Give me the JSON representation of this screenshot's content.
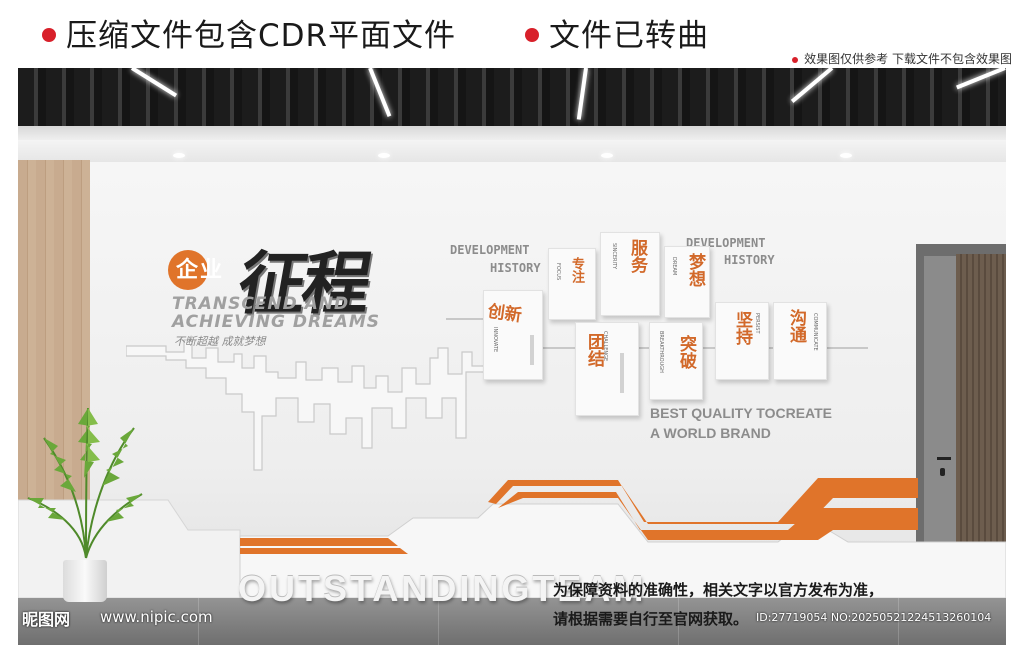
{
  "banner": {
    "title_left": "压缩文件包含CDR平面文件",
    "title_right": "文件已转曲",
    "notice": "效果图仅供参考   下载文件不包含效果图",
    "accent_color": "#d8202a"
  },
  "wall": {
    "badge": "企业",
    "main_title": "征程",
    "english_line1": "TRANSCEND AND",
    "english_line2": "ACHIEVING DREAMS",
    "cn_slogan": "不断超越   成就梦想",
    "dev_history_left_line1": "DEVELOPMENT",
    "dev_history_left_line2": "HISTORY",
    "dev_history_right_line1": "DEVELOPMENT",
    "dev_history_right_line2": "HISTORY",
    "best_quality_line1": "BEST QUALITY TOCREATE",
    "best_quality_line2": "A WORLD BRAND",
    "outstanding": "OUTSTANDINGTEAM",
    "accent_orange": "#e0742a",
    "cards": [
      {
        "cn": "创新",
        "en": "INNOVATE"
      },
      {
        "cn": "专注",
        "en": "FOCUS"
      },
      {
        "cn": "服务",
        "en": "SINCERITY"
      },
      {
        "cn": "梦想",
        "en": "DREAM"
      },
      {
        "cn": "团结",
        "en": "CHALLENGE"
      },
      {
        "cn": "突破",
        "en": "BREAKTHROUGH"
      },
      {
        "cn": "坚持",
        "en": "PERSIST"
      },
      {
        "cn": "沟通",
        "en": "COMMUNICATE"
      }
    ]
  },
  "watermark": {
    "logo": "昵图网",
    "url": "www.nipic.com",
    "disclaimer_line1": "为保障资料的准确性，相关文字以官方发布为准，",
    "disclaimer_line2": "请根据需要自行至官网获取。",
    "id_line": "ID:27719054 NO:20250521224513260104"
  }
}
